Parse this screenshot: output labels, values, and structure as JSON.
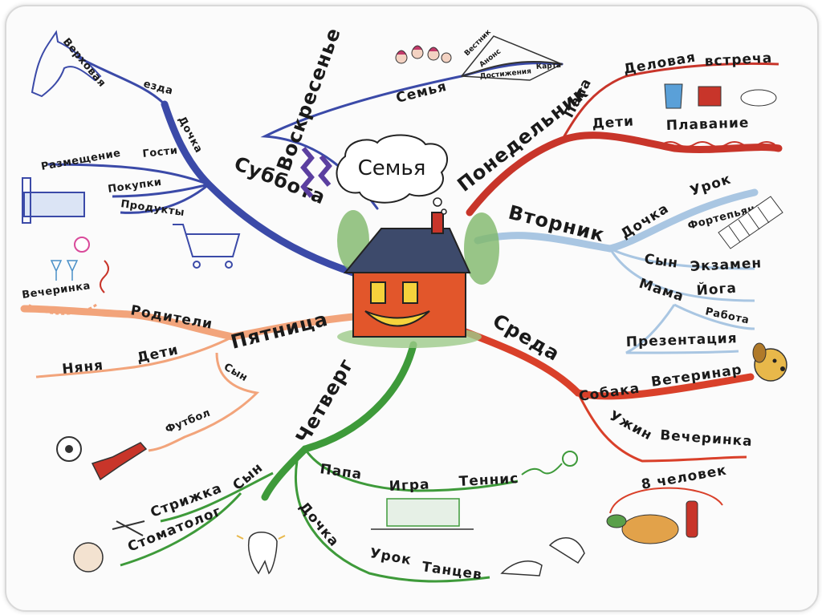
{
  "center": "Семья",
  "colors": {
    "sunday": "#3b4aa8",
    "saturday": "#4b5bb5",
    "monday": "#c8352a",
    "tuesday": "#a9c6e2",
    "wednesday": "#d9402a",
    "thursday": "#3e9a3a",
    "friday": "#f2a47b",
    "house": "#e2562b",
    "roof": "#3d4a6b"
  },
  "days": {
    "sunday": "Воскресенье",
    "saturday": "Суббота",
    "monday": "Понедельник",
    "tuesday": "Вторник",
    "wednesday": "Среда",
    "thursday": "Четверг",
    "friday": "Пятница"
  },
  "sunday": {
    "family": "Семья",
    "map_items": [
      "Вестник",
      "Анонс",
      "Достижения",
      "Карта"
    ]
  },
  "saturday": {
    "items": [
      "Верховая",
      "езда",
      "Дочка",
      "Размещение",
      "Гости",
      "Покупки",
      "Продукты"
    ]
  },
  "monday": {
    "items": [
      "Папа",
      "Деловая",
      "встреча",
      "Дети",
      "Плавание"
    ]
  },
  "tuesday": {
    "items": [
      "Дочка",
      "Урок",
      "Фортепьяно",
      "Сын",
      "Экзамен",
      "Мама",
      "Йога",
      "Работа",
      "Презентация"
    ]
  },
  "wednesday": {
    "items": [
      "Собака",
      "Ветеринар",
      "Ужин",
      "Вечеринка",
      "8 человек"
    ]
  },
  "thursday": {
    "items": [
      "Папа",
      "Игра",
      "Теннис",
      "Дочка",
      "Урок",
      "Танцев",
      "Сын",
      "Стрижка",
      "Стоматолог"
    ]
  },
  "friday": {
    "items": [
      "Родители",
      "Вечеринка",
      "Дети",
      "Няня",
      "Сын",
      "Футбол"
    ]
  }
}
